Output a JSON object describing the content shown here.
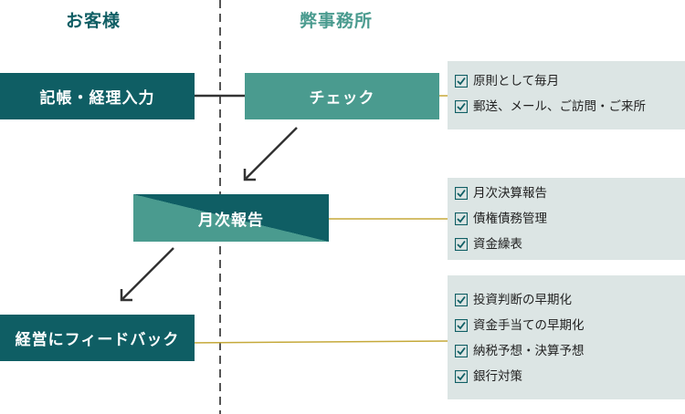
{
  "columns": {
    "customer": "お客様",
    "office": "弊事務所"
  },
  "boxes": {
    "bookkeeping": "記帳・経理入力",
    "check": "チェック",
    "monthly_report": "月次報告",
    "feedback": "経営にフィードバック"
  },
  "panels": {
    "check": [
      "原則として毎月",
      "郵送、メール、ご訪問・ご来所"
    ],
    "monthly_report": [
      "月次決算報告",
      "債権債務管理",
      "資金繰表"
    ],
    "feedback": [
      "投資判断の早期化",
      "資金手当ての早期化",
      "納税予想・決算予想",
      "銀行対策"
    ]
  },
  "colors": {
    "dark_teal": "#0f5e64",
    "mid_teal": "#4a9b8f",
    "panel_bg": "#dce5e4",
    "connector": "#c5a93a"
  }
}
